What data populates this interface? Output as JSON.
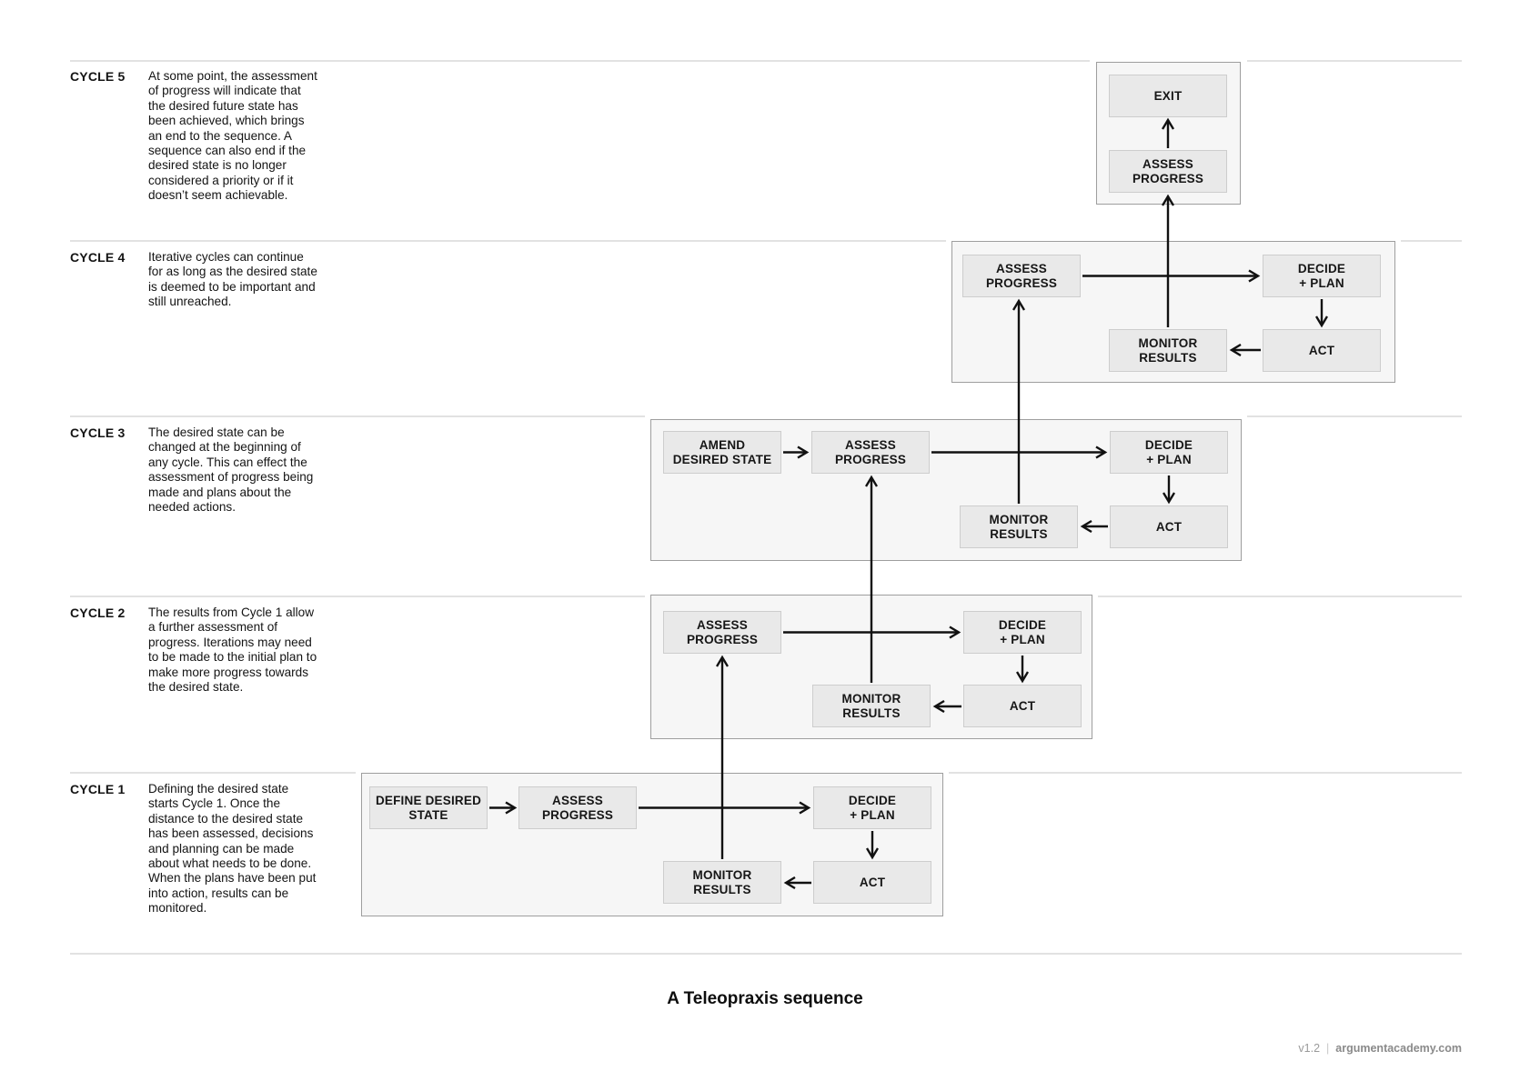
{
  "colors": {
    "container_bg": "#f6f6f6",
    "container_border": "#9e9e9e",
    "box_bg": "#e9e9e9",
    "box_border": "#cdcdcd",
    "divider": "#e2e2e2",
    "arrow": "#111111",
    "text": "#141414",
    "footer_gray": "#9a9a9a",
    "footer_dark": "#8a8a8a"
  },
  "title": "A Teleopraxis sequence",
  "footer": {
    "version": "v1.2",
    "separator": "|",
    "site": "argumentacademy.com"
  },
  "cycles": [
    {
      "label": "CYCLE 5",
      "description": "At some point, the assessment of progress will indicate that the desired future state has been achieved, which brings an end to the sequence. A sequence can also end if the desired state is no longer considered a priority or if it doesn’t seem achievable."
    },
    {
      "label": "CYCLE 4",
      "description": "Iterative cycles can continue for as long as the desired state is deemed to be important and still unreached."
    },
    {
      "label": "CYCLE 3",
      "description": "The desired state can be changed at the beginning of any cycle. This can effect the assessment of progress being made and plans about the needed actions."
    },
    {
      "label": "CYCLE 2",
      "description": "The results from Cycle 1 allow a further assessment of progress. Iterations may need to be made to the initial plan to make more progress towards the desired state."
    },
    {
      "label": "CYCLE 1",
      "description": "Defining the desired state starts Cycle 1. Once the distance to the desired state has been assessed, decisions and planning can be made about what needs to be done. When the plans have been put into action, results can be monitored."
    }
  ],
  "nodes": {
    "c5_exit": "EXIT",
    "c5_assess": "ASSESS\nPROGRESS",
    "c4_assess": "ASSESS\nPROGRESS",
    "c4_decide": "DECIDE\n+ PLAN",
    "c4_monitor": "MONITOR\nRESULTS",
    "c4_act": "ACT",
    "c3_amend": "AMEND\nDESIRED STATE",
    "c3_assess": "ASSESS\nPROGRESS",
    "c3_decide": "DECIDE\n+ PLAN",
    "c3_monitor": "MONITOR\nRESULTS",
    "c3_act": "ACT",
    "c2_assess": "ASSESS\nPROGRESS",
    "c2_decide": "DECIDE\n+ PLAN",
    "c2_monitor": "MONITOR\nRESULTS",
    "c2_act": "ACT",
    "c1_define": "DEFINE DESIRED\nSTATE",
    "c1_assess": "ASSESS\nPROGRESS",
    "c1_decide": "DECIDE\n+ PLAN",
    "c1_monitor": "MONITOR\nRESULTS",
    "c1_act": "ACT"
  }
}
